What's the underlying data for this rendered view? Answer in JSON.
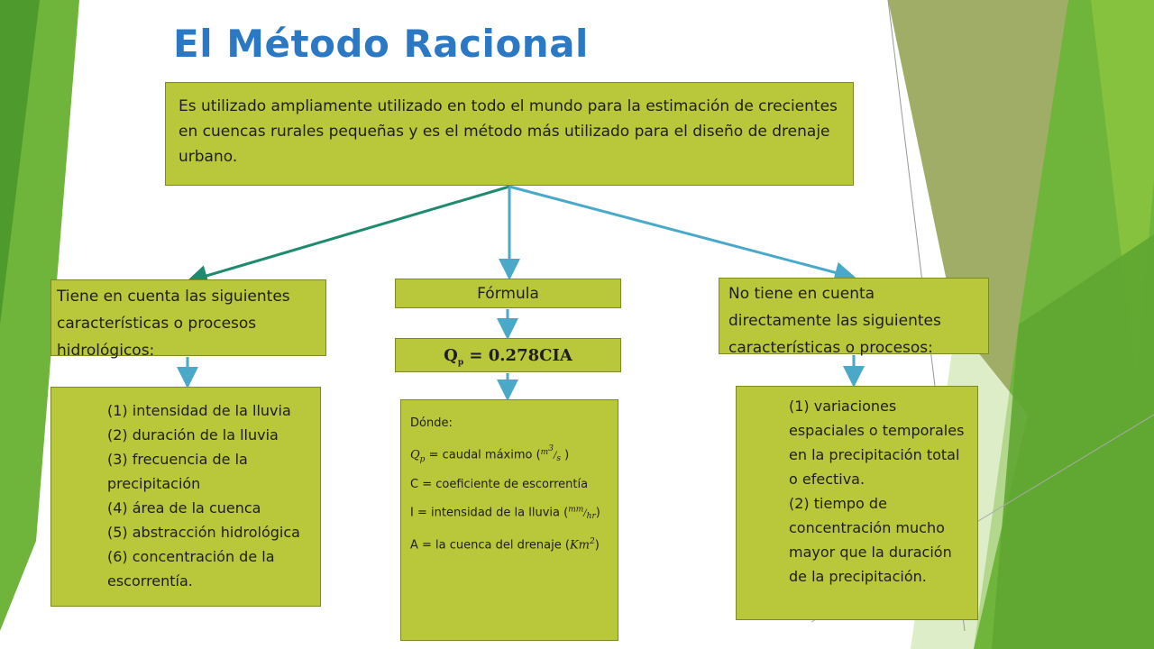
{
  "title": "El Método Racional",
  "description": "Es utilizado ampliamente utilizado en todo el mundo para la estimación de crecientes en cuencas rurales pequeñas y es el método más utilizado para el diseño de drenaje urbano.",
  "left": {
    "header": "Tiene en cuenta las siguientes características o procesos hidrológicos:",
    "items": [
      "(1) intensidad de la lluvia",
      "(2) duración de la lluvia",
      "(3) frecuencia de la precipitación",
      "(4) área de la cuenca",
      "(5) abstracción hidrológica",
      "(6) concentración de la escorrentía."
    ]
  },
  "center": {
    "header": "Fórmula",
    "formula": {
      "lhs": "Q",
      "sub": "p",
      "rhs": "= 0.278CIA"
    },
    "where": "Dónde:",
    "defs": {
      "qp": {
        "sym": "Q",
        "sub": "p",
        "text": " = caudal máximo (",
        "unit_num": "m",
        "unit_exp": "3",
        "unit_den": "s",
        "close": " )"
      },
      "c": "C = coeficiente de escorrentía",
      "i": {
        "text": "I = intensidad de la lluvia (",
        "unit_num": "mm",
        "unit_den": "hr",
        "close": ")"
      },
      "a": {
        "text": "A = la cuenca del drenaje (",
        "unit": "Km",
        "exp": "2",
        "close": ")"
      }
    }
  },
  "right": {
    "header": "No tiene en cuenta directamente las siguientes características o procesos:",
    "items": [
      "(1) variaciones espaciales o temporales en la precipitación total o efectiva.",
      "(2) tiempo de concentración mucho mayor que la duración de la precipitación."
    ]
  },
  "colors": {
    "title": "#2b78c5",
    "box_fill": "#b9c83a",
    "box_border": "#7d8a1f",
    "arrow_teal": "#1e8a6e",
    "arrow_blue": "#4aa9c9",
    "green_dark": "#5a9a2e",
    "green_light": "#8cc63f",
    "olive": "#8e9f4c"
  }
}
